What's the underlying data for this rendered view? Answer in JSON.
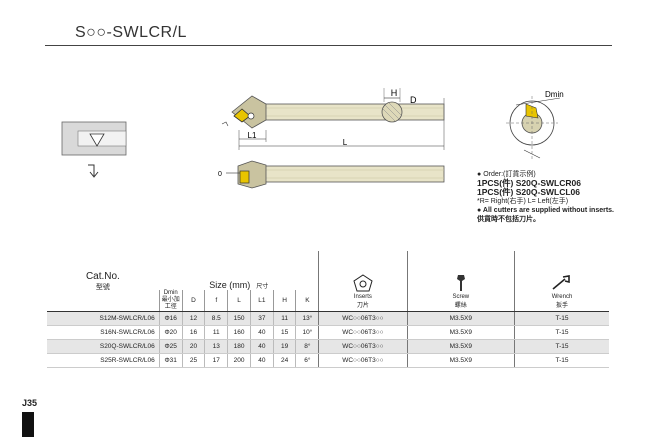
{
  "title": "S○○-SWLCR/L",
  "drawing": {
    "dim_H": "H",
    "dim_D": "D",
    "dim_L1": "L1",
    "dim_L": "L",
    "dim_Dmin": "Dmin",
    "dim_zero": "0"
  },
  "order": {
    "label": "Order:(訂貨示例)",
    "line1_prefix": "1PCS(件)",
    "line1_code": "S20Q-SWLCR06",
    "line2_prefix": "1PCS(件)",
    "line2_code": "S20Q-SWLCL06",
    "note": "*R= Right(右手)  L= Left(左手)",
    "bullet_note_en": "All cutters are supplied without inserts.",
    "bullet_note_cn": "供貨時不包括刀片。"
  },
  "table": {
    "cat_no_label": "Cat.No.",
    "cat_no_cn": "型號",
    "size_label": "Size (mm)",
    "size_cn": "尺寸",
    "dmin_label": "Dmin",
    "dmin_cn": "最小加工徑",
    "cols": [
      "D",
      "f",
      "L",
      "L1",
      "H",
      "K"
    ],
    "inserts_label": "Inserts",
    "inserts_cn": "刀片",
    "screw_label": "Screw",
    "screw_cn": "螺絲",
    "wrench_label": "Wrench",
    "wrench_cn": "扳手",
    "rows": [
      {
        "cat": "S12M-SWLCR/L06",
        "dmin": "Φ16",
        "D": "12",
        "f": "8.5",
        "L": "150",
        "L1": "37",
        "H": "11",
        "K": "13°",
        "insert": "WC○○06T3○○",
        "screw": "M3.5X9",
        "wrench": "T-15"
      },
      {
        "cat": "S16N-SWLCR/L06",
        "dmin": "Φ20",
        "D": "16",
        "f": "11",
        "L": "160",
        "L1": "40",
        "H": "15",
        "K": "10°",
        "insert": "WC○○06T3○○",
        "screw": "M3.5X9",
        "wrench": "T-15"
      },
      {
        "cat": "S20Q-SWLCR/L06",
        "dmin": "Φ25",
        "D": "20",
        "f": "13",
        "L": "180",
        "L1": "40",
        "H": "19",
        "K": "8°",
        "insert": "WC○○06T3○○",
        "screw": "M3.5X9",
        "wrench": "T-15"
      },
      {
        "cat": "S25R-SWLCR/L06",
        "dmin": "Φ31",
        "D": "25",
        "f": "17",
        "L": "200",
        "L1": "40",
        "H": "24",
        "K": "6°",
        "insert": "WC○○06T3○○",
        "screw": "M3.5X9",
        "wrench": "T-15"
      }
    ]
  },
  "page_number": "J35"
}
